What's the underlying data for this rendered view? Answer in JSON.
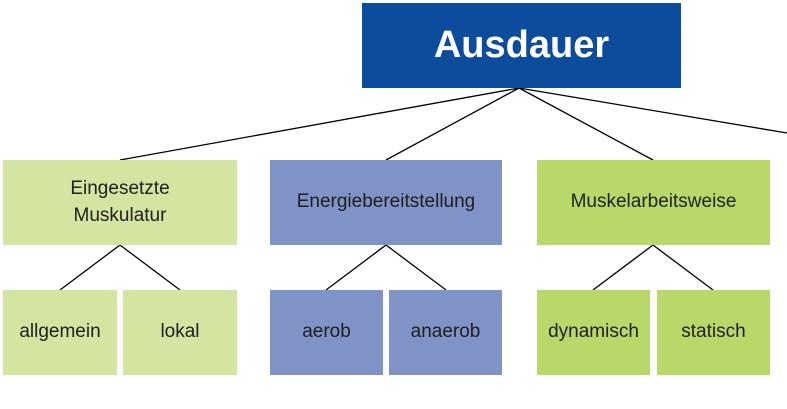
{
  "root": {
    "label": "Ausdauer"
  },
  "categories": [
    {
      "label": "Eingesetzte\nMuskulatur",
      "children": [
        "allgemein",
        "lokal"
      ]
    },
    {
      "label": "Energiebereitstellung",
      "children": [
        "aerob",
        "anaerob"
      ]
    },
    {
      "label": "Muskelarbeitsweise",
      "children": [
        "dynamisch",
        "statisch"
      ]
    }
  ],
  "colors": {
    "root": "#0b4c9c",
    "category_1": "#d4e5a1",
    "category_2": "#7f93c6",
    "category_3": "#b8d96a",
    "lines": "#000000"
  }
}
